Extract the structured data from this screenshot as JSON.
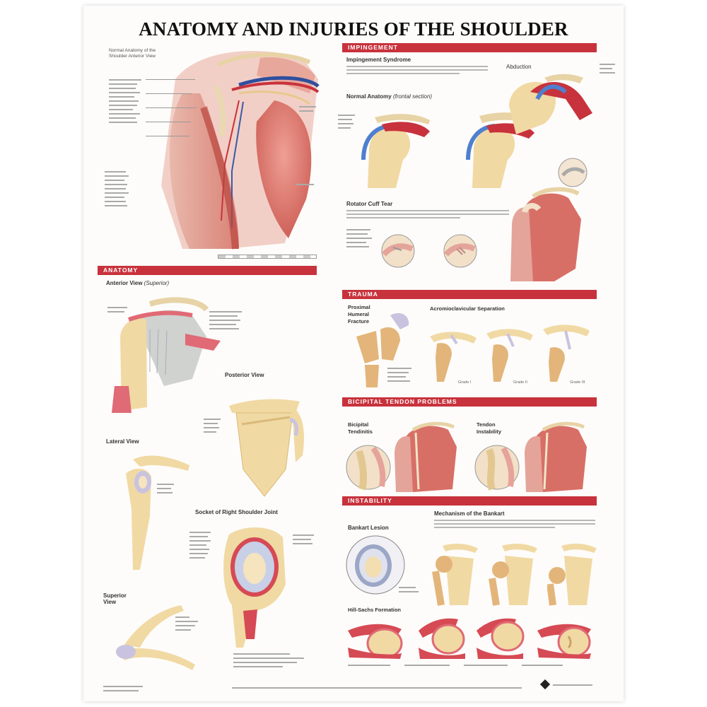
{
  "poster": {
    "title": "ANATOMY AND INJURIES OF THE SHOULDER",
    "hero_caption": "Normal Anatomy of the Shoulder Anterior View",
    "sections": {
      "impingement": "IMPINGEMENT",
      "anatomy": "ANATOMY",
      "trauma": "TRAUMA",
      "bicipital": "BICIPITAL TENDON PROBLEMS",
      "instability": "INSTABILITY"
    },
    "subheads": {
      "impingement_syndrome": "Impingement Syndrome",
      "normal_anatomy": "Normal Anatomy",
      "normal_anatomy_note": "(frontal section)",
      "abduction": "Abduction",
      "rotator_cuff_tear": "Rotator Cuff Tear",
      "anterior_view": "Anterior View",
      "anterior_view_note": "(Superior)",
      "posterior_view": "Posterior View",
      "lateral_view": "Lateral View",
      "socket": "Socket of Right Shoulder Joint",
      "superior_view": "Superior View",
      "proximal_humeral_fracture": "Proximal Humeral Fracture",
      "ac_separation": "Acromioclavicular Separation",
      "bicipital_tendinitis": "Bicipital Tendinitis",
      "tendon_instability": "Tendon Instability",
      "bankart_lesion": "Bankart Lesion",
      "hill_sachs": "Hill-Sachs Formation",
      "mechanism": "Mechanism of the Bankart"
    },
    "grades": [
      "Grade I",
      "Grade II",
      "Grade III"
    ]
  }
}
